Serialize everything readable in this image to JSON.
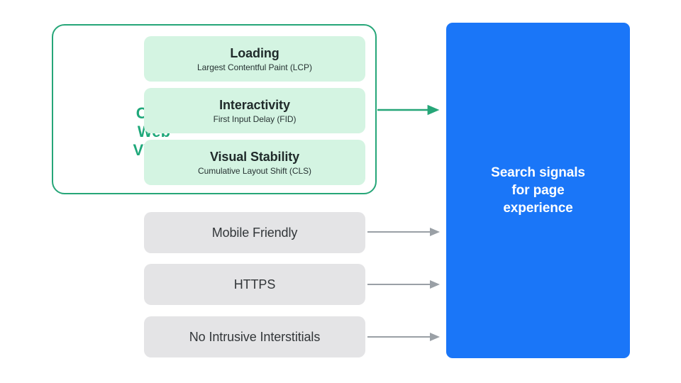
{
  "diagram": {
    "title": "Search signals for page experience",
    "colors": {
      "green_border": "#26a678",
      "green_label": "#1fa87a",
      "green_card_fill": "#d4f4e2",
      "gray_card_fill": "#e4e4e6",
      "blue_panel": "#1a76f8",
      "gray_arrow": "#9aa0a6",
      "dark_text": "#202b2b"
    }
  },
  "core_web_vitals": {
    "label_lines": [
      "Core",
      "Web",
      "Vitals"
    ],
    "label_full": "Core Web Vitals",
    "metrics": [
      {
        "title": "Loading",
        "subtitle": "Largest Contentful Paint (LCP)"
      },
      {
        "title": "Interactivity",
        "subtitle": "First Input Delay (FID)"
      },
      {
        "title": "Visual Stability",
        "subtitle": "Cumulative Layout Shift (CLS)"
      }
    ]
  },
  "other_signals": [
    {
      "label": "Mobile Friendly"
    },
    {
      "label": "HTTPS"
    },
    {
      "label": "No Intrusive Interstitials"
    }
  ],
  "outcome": {
    "text": "Search signals for page experience",
    "line1": "Search signals",
    "line2": "for page",
    "line3": "experience"
  }
}
